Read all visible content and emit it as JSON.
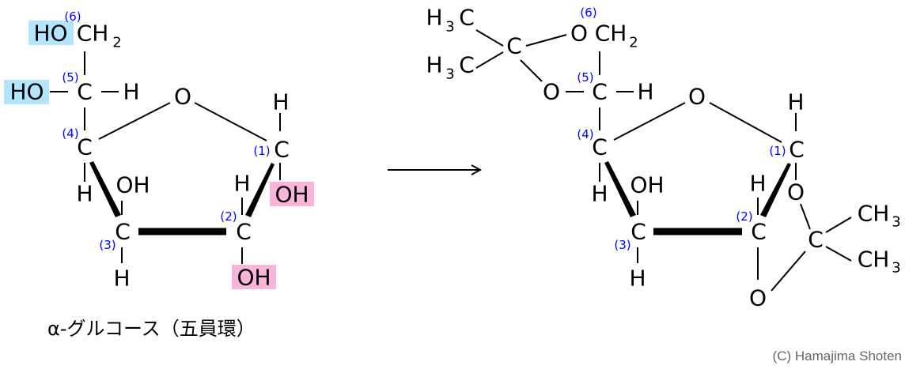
{
  "atoms": {
    "C": "C",
    "H": "H",
    "O": "O",
    "HO": "HO",
    "OH": "OH",
    "CH2": "CH",
    "H3C_H": "H",
    "H3C_C": "C",
    "CH3": "CH",
    "sub2": "2",
    "sub3": "3"
  },
  "labels": {
    "n1": "(1)",
    "n2": "(2)",
    "n3": "(3)",
    "n4": "(4)",
    "n5": "(5)",
    "n6": "(6)"
  },
  "caption": "α-グルコース（五員環）",
  "copyright": "(C) Hamajima Shoten",
  "colors": {
    "highlight_blue": "#b3e5fc",
    "highlight_pink": "#f8b4d9",
    "number_blue": "#0000ff"
  }
}
